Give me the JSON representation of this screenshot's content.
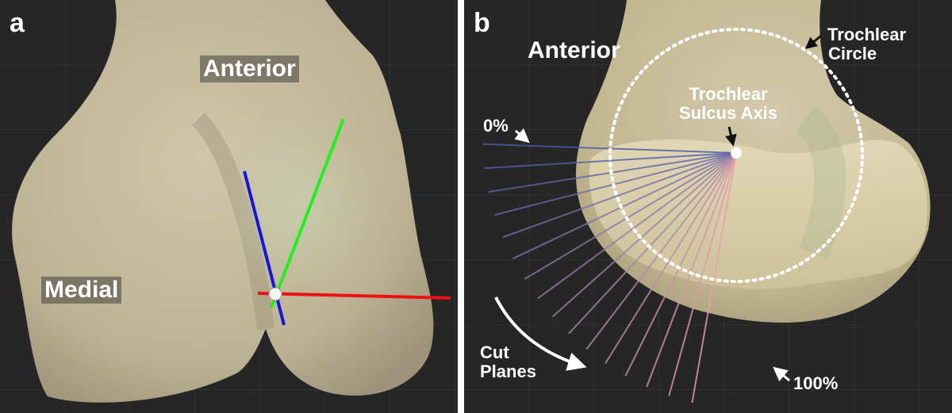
{
  "panel_a": {
    "letter": "a",
    "label_anterior": "Anterior",
    "label_medial": "Medial"
  },
  "panel_b": {
    "letter": "b",
    "label_anterior": "Anterior",
    "trochlear_circle_line1": "Trochlear",
    "trochlear_circle_line2": "Circle",
    "sulcus_axis_line1": "Trochlear",
    "sulcus_axis_line2": "Sulcus Axis",
    "percent_start": "0%",
    "percent_end": "100%",
    "cut_planes_line1": "Cut",
    "cut_planes_line2": "Planes",
    "cut_plane_count": 16
  },
  "colors": {
    "background": "#262626",
    "grid": "#3a3a3a",
    "bone": "#c8bea2",
    "axis_blue": "#1515e0",
    "axis_green": "#22ee22",
    "axis_red": "#ee1111",
    "cut_plane_start": "#4a5aa8",
    "cut_plane_end": "#e8a0a8"
  }
}
